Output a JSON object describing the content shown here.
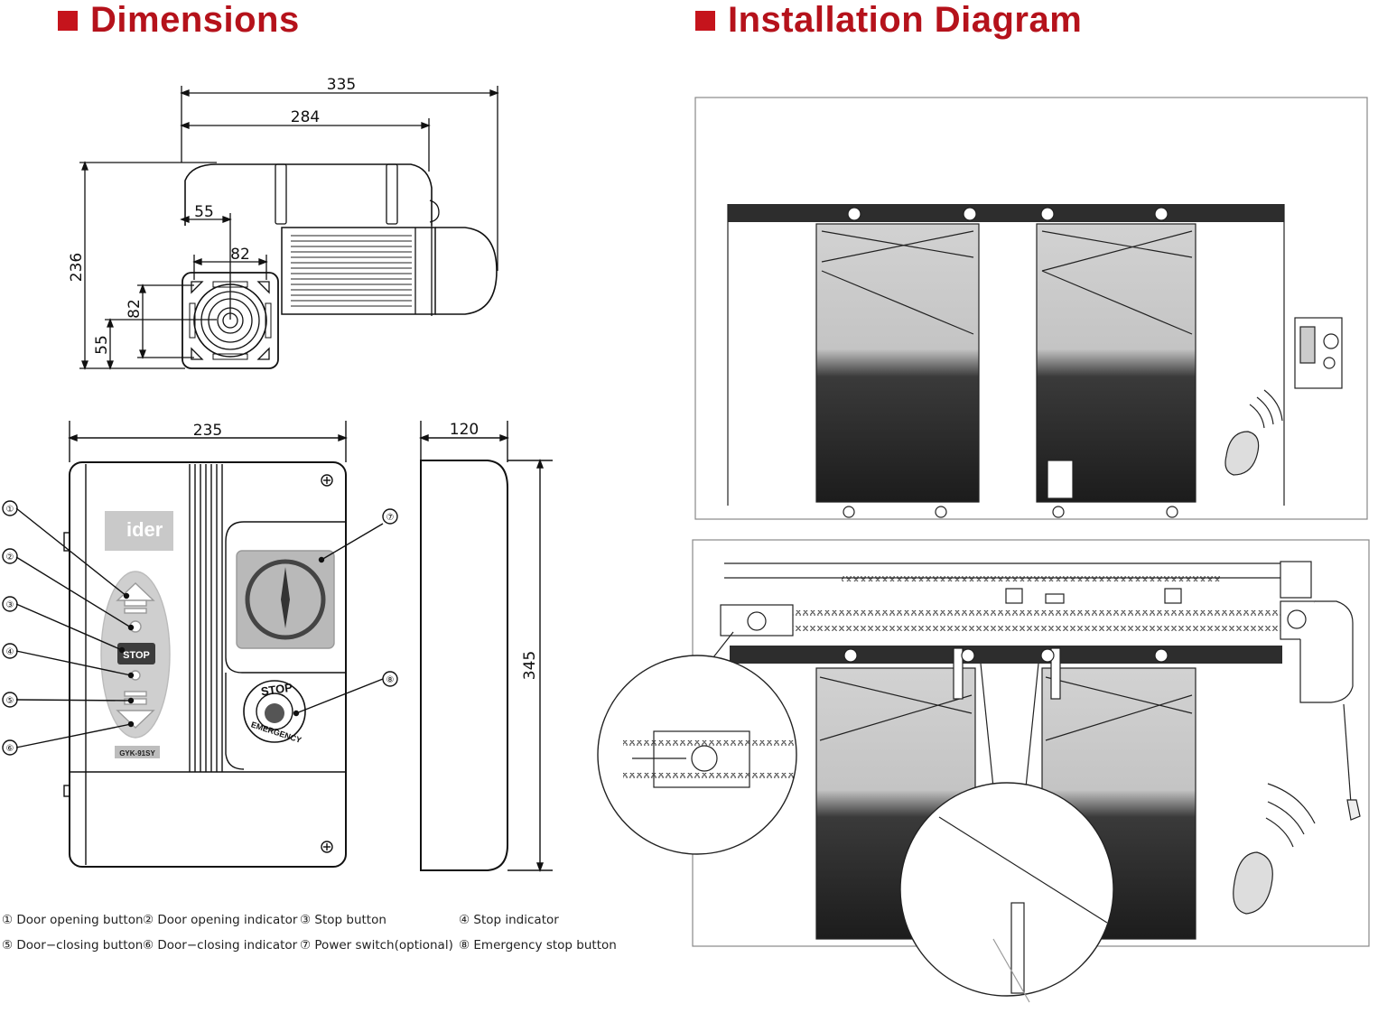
{
  "headings": {
    "dimensions": "Dimensions",
    "installation": "Installation Diagram"
  },
  "colors": {
    "accent": "#b5121b",
    "door_gray": "#cfcfcf",
    "door_dark": "#2a2a2a"
  },
  "motor_dims": {
    "overall_width": "335",
    "body_width": "284",
    "shaft_offset_x": "55",
    "flange": "82",
    "height": "236",
    "flange_v": "82",
    "shaft_offset_y": "55"
  },
  "controller": {
    "width": "235",
    "depth": "120",
    "height": "345",
    "logo": "ider",
    "stop_label": "STOP",
    "model": "GYK-91SY",
    "estop_top": "STOP",
    "estop_bottom": "EMERGENCY",
    "callouts": [
      "①",
      "②",
      "③",
      "④",
      "⑤",
      "⑥",
      "⑦",
      "⑧"
    ]
  },
  "legend": [
    "① Door opening button",
    "② Door opening indicator",
    "③ Stop button",
    "④ Stop indicator",
    "⑤ Door−closing button",
    "⑥ Door−closing indicator",
    "⑦ Power switch(optional)",
    "⑧ Emergency stop button"
  ]
}
